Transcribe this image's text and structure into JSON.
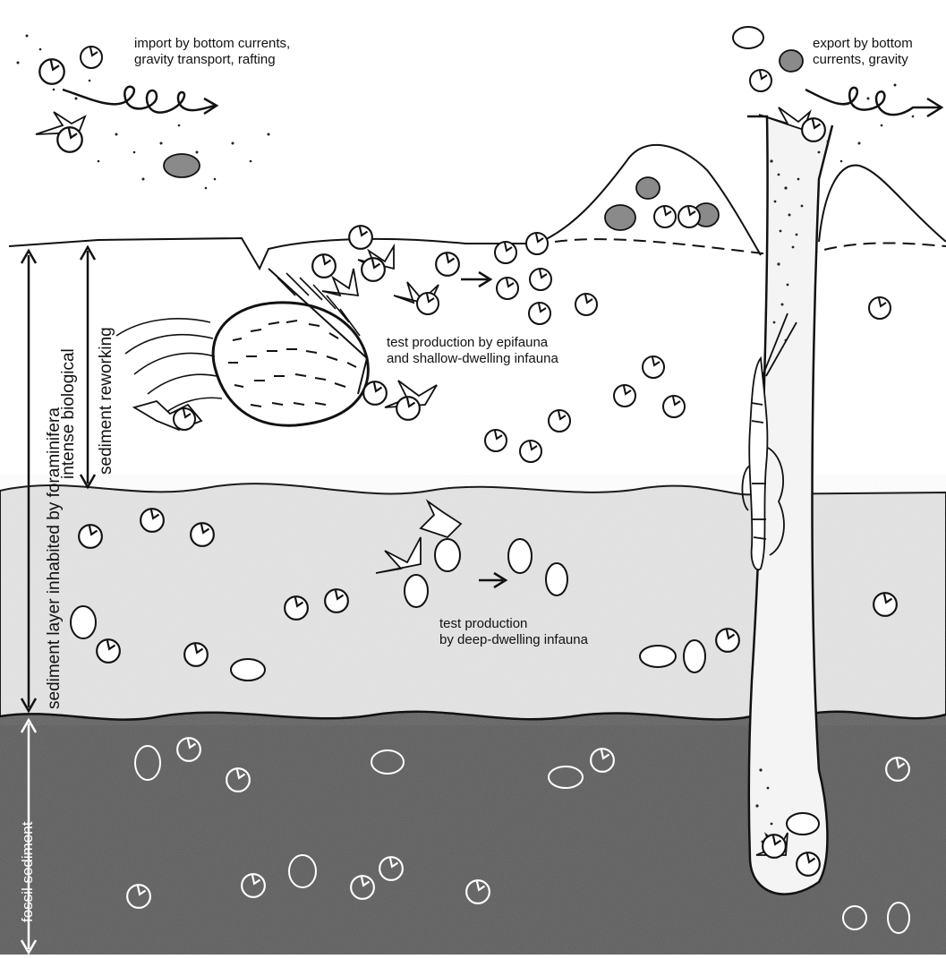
{
  "labels": {
    "import": "import by bottom currents,\ngravity transport, rafting",
    "export": "export by bottom\ncurrents, gravity",
    "epifauna": "test production by epifauna\nand shallow-dwelling infauna",
    "deep": "test production\nby deep-dwelling infauna",
    "reworking_1": "intense biological",
    "reworking_2": "sediment reworking",
    "sediment_layer": "sediment layer inhabited by foraminifera",
    "fossil": "fossil sediment"
  },
  "colors": {
    "line": "#111111",
    "fossil_fill": "#5e5e5e",
    "middle_fill": "#e4e4e4",
    "burrow_fill": "#f4f4f4",
    "grey_test": "#8a8a8a"
  }
}
